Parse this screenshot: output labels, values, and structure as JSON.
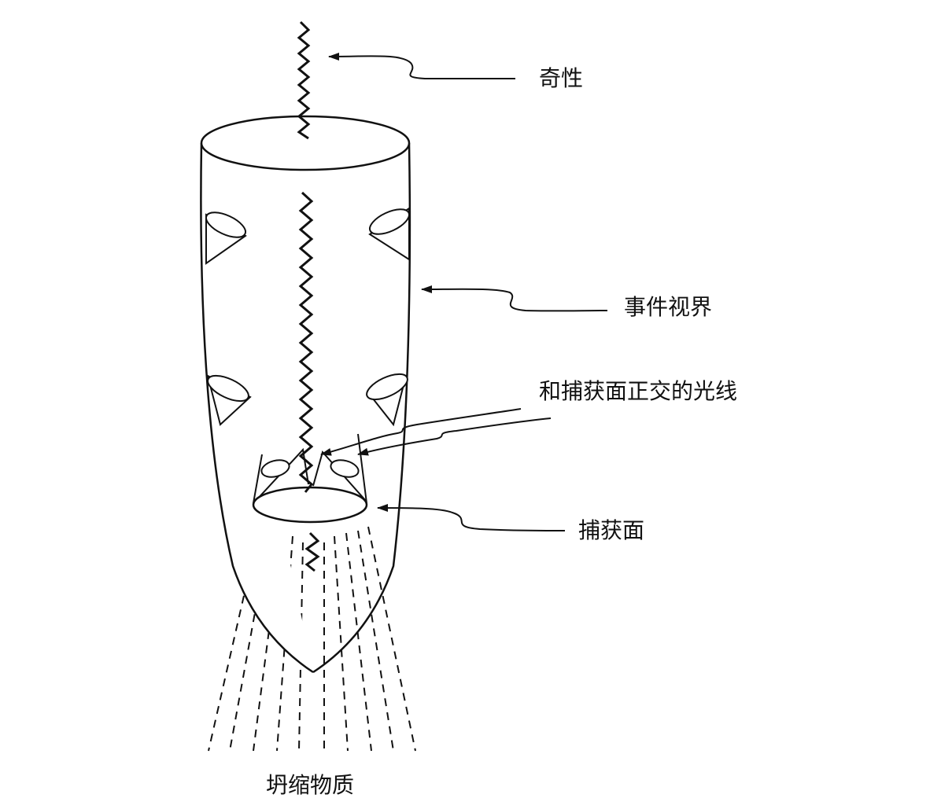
{
  "labels": {
    "singularity": "奇性",
    "event_horizon": "事件视界",
    "orthogonal_rays": "和捕获面正交的光线",
    "trapped_surface": "捕获面",
    "collapsing_matter": "坍缩物质"
  },
  "colors": {
    "ink": "#111111",
    "background": "#ffffff"
  }
}
